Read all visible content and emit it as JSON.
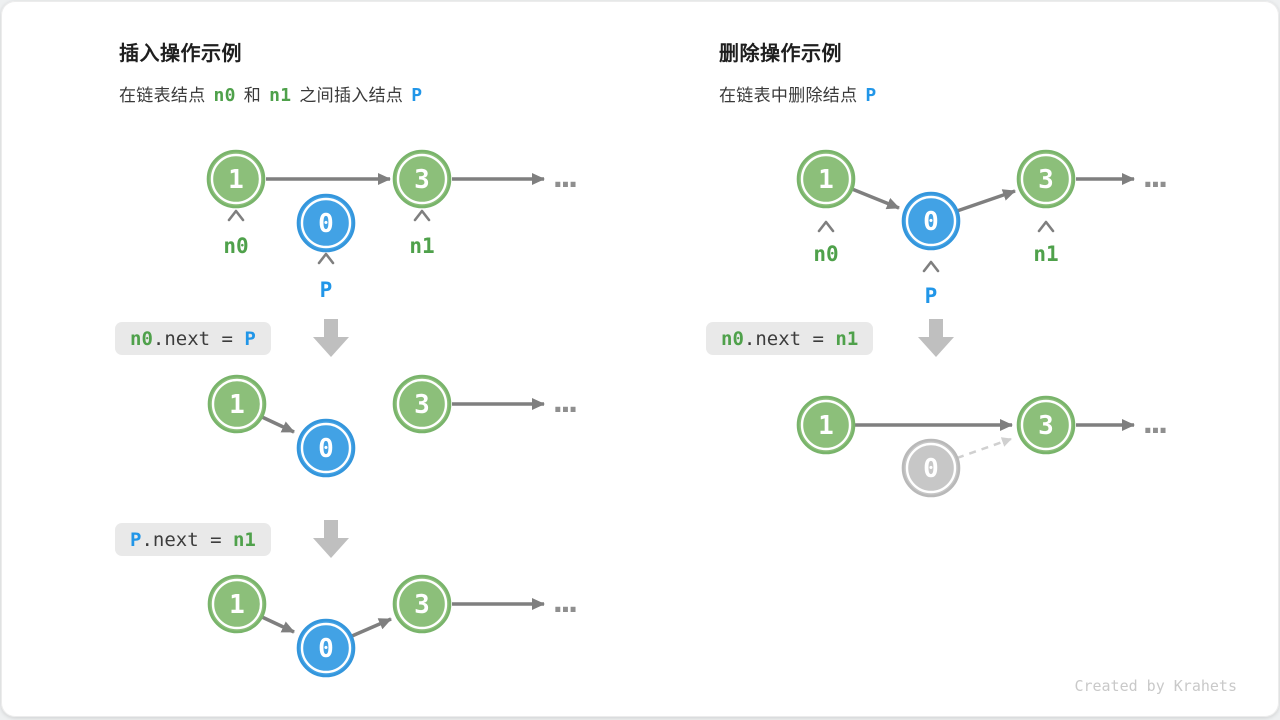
{
  "insert": {
    "title": "插入操作示例",
    "subtitle": {
      "p1": "在链表结点",
      "n0": "n0",
      "p2": "和",
      "n1": "n1",
      "p3": "之间插入结点",
      "p": "P"
    },
    "code1": {
      "lhs": "n0",
      "mid": ".next = ",
      "rhs": "P"
    },
    "code2": {
      "lhs": "P",
      "mid": ".next = ",
      "rhs": "n1"
    }
  },
  "delete": {
    "title": "删除操作示例",
    "subtitle": {
      "p1": "在链表中删除结点",
      "p": "P"
    },
    "code1": {
      "lhs": "n0",
      "mid": ".next = ",
      "rhs": "n1"
    }
  },
  "nodes": {
    "one": "1",
    "zero": "0",
    "three": "3"
  },
  "labels": {
    "n0": "n0",
    "n1": "n1",
    "p": "P"
  },
  "ellipsis": "...",
  "watermark": "Created by Krahets",
  "colors": {
    "node_green_fill": "#8cbf7a",
    "node_green_border": "#79b46b",
    "node_blue_fill": "#42a2e5",
    "node_blue_border": "#3496dc",
    "node_gray_fill": "#c7c7c7",
    "arrow_gray": "#7f7f7f",
    "arrow_dashed_gray": "#d0d0d0",
    "label_green": "#4fa14b",
    "label_blue": "#2196e8",
    "code_background": "#e9e9e9",
    "block_arrow_gray": "#bfbfbf"
  }
}
